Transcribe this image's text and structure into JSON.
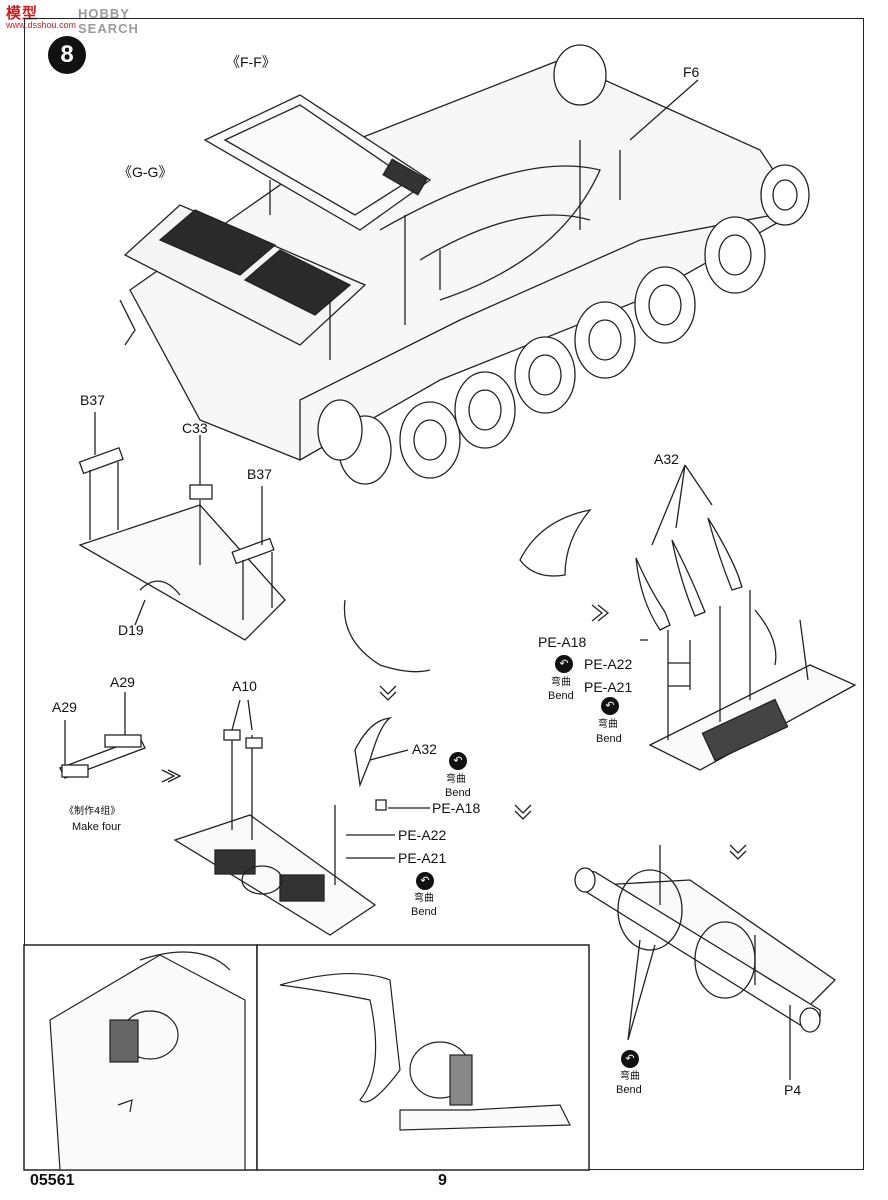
{
  "watermark": {
    "brand": "HOBBY SEARCH",
    "site_cn": "模型",
    "site_url": "www.dsshou.com"
  },
  "step_number": "8",
  "top_assembly": {
    "callout_ff": "《F-F》",
    "callout_gg": "《G-G》",
    "callout_f6": "F6"
  },
  "floor_plate": {
    "b37_left": "B37",
    "c33": "C33",
    "b37_right": "B37",
    "d19": "D19"
  },
  "sub_a29": {
    "a29_left": "A29",
    "a29_right": "A29",
    "make_four_cn": "《制作4组》",
    "make_four_en": "Make four"
  },
  "mid_assembly": {
    "a10": "A10",
    "a32": "A32",
    "pe_a18": "PE-A18",
    "pe_a22": "PE-A22",
    "pe_a21": "PE-A21",
    "bend_cn": "弯曲",
    "bend_en": "Bend",
    "bend_cn_2": "弯曲",
    "bend_en_2": "Bend"
  },
  "right_assembly": {
    "a32": "A32",
    "pe_a18": "PE-A18",
    "pe_a22": "PE-A22",
    "pe_a21": "PE-A21",
    "bend_cn": "弯曲",
    "bend_en": "Bend",
    "bend_cn_2": "弯曲",
    "bend_en_2": "Bend"
  },
  "final_assembly": {
    "bend_cn": "弯曲",
    "bend_en": "Bend",
    "p4": "P4"
  },
  "footer": {
    "kit_number": "05561",
    "page_number": "9"
  }
}
